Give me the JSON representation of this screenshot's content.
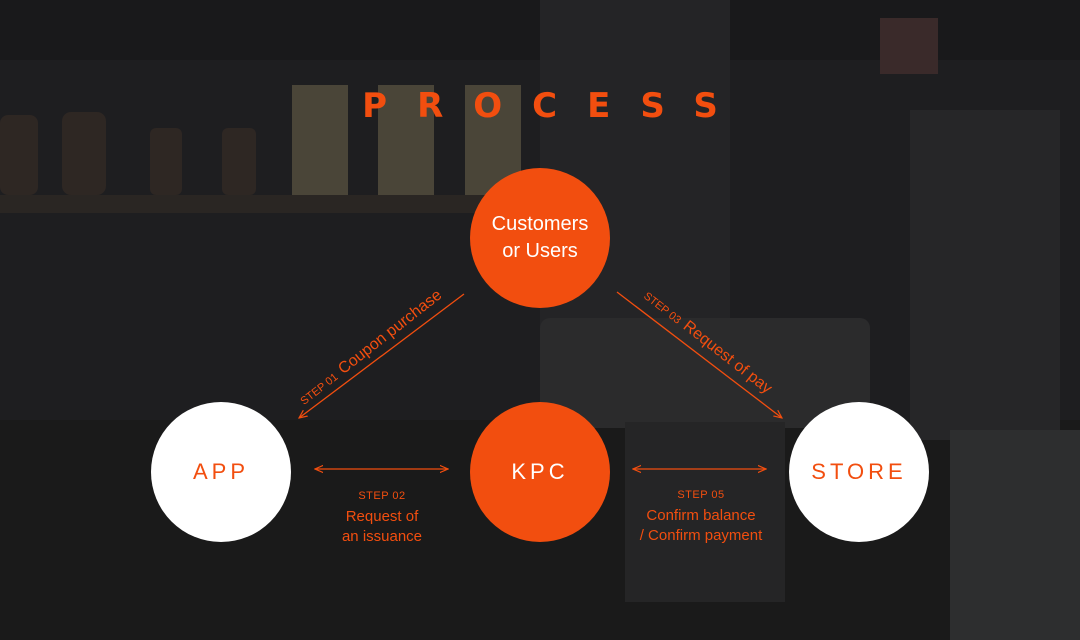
{
  "title": "PROCESS",
  "colors": {
    "accent": "#f24e0f",
    "white": "#ffffff",
    "background": "#1d1d1f"
  },
  "nodes": {
    "customers": "Customers\nor Users",
    "app": "APP",
    "kpc": "KPC",
    "store": "STORE"
  },
  "steps": {
    "s01": {
      "num": "STEP 01",
      "label": "Coupon purchase"
    },
    "s02": {
      "num": "STEP 02",
      "label": "Request of\nan issuance"
    },
    "s03": {
      "num": "STEP 03",
      "label": "Request of pay"
    },
    "s05": {
      "num": "STEP 05",
      "label": "Confirm balance\n/ Confirm payment"
    }
  }
}
